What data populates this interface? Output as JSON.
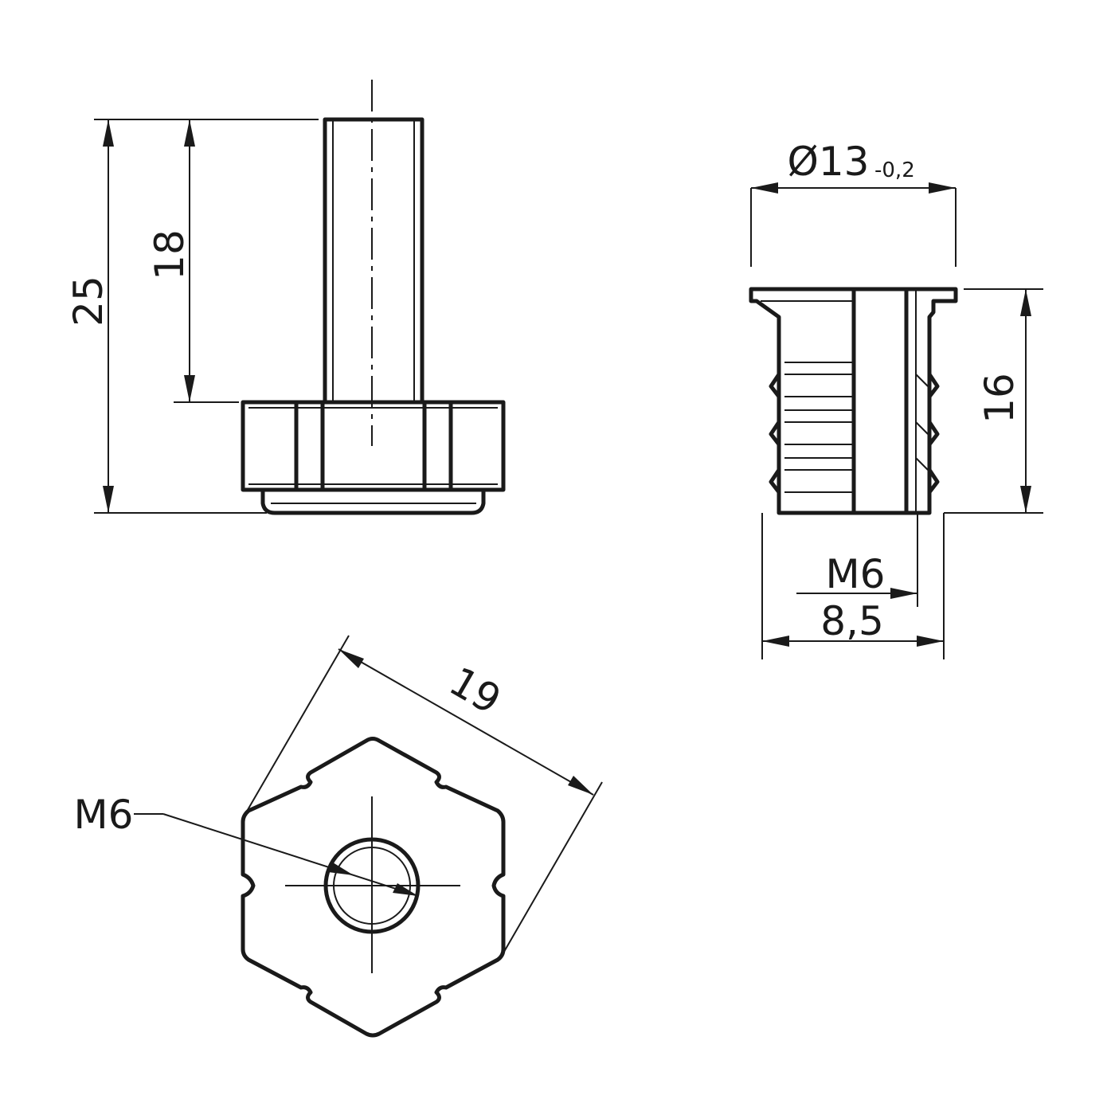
{
  "dimensions": {
    "total_height": "25",
    "stud_length": "18",
    "insert_diameter": "Ø13",
    "insert_diameter_tolerance": "-0,2",
    "insert_height": "16",
    "insert_thread": "M6",
    "insert_length": "8,5",
    "hex_across_flats": "19",
    "base_thread": "M6"
  }
}
